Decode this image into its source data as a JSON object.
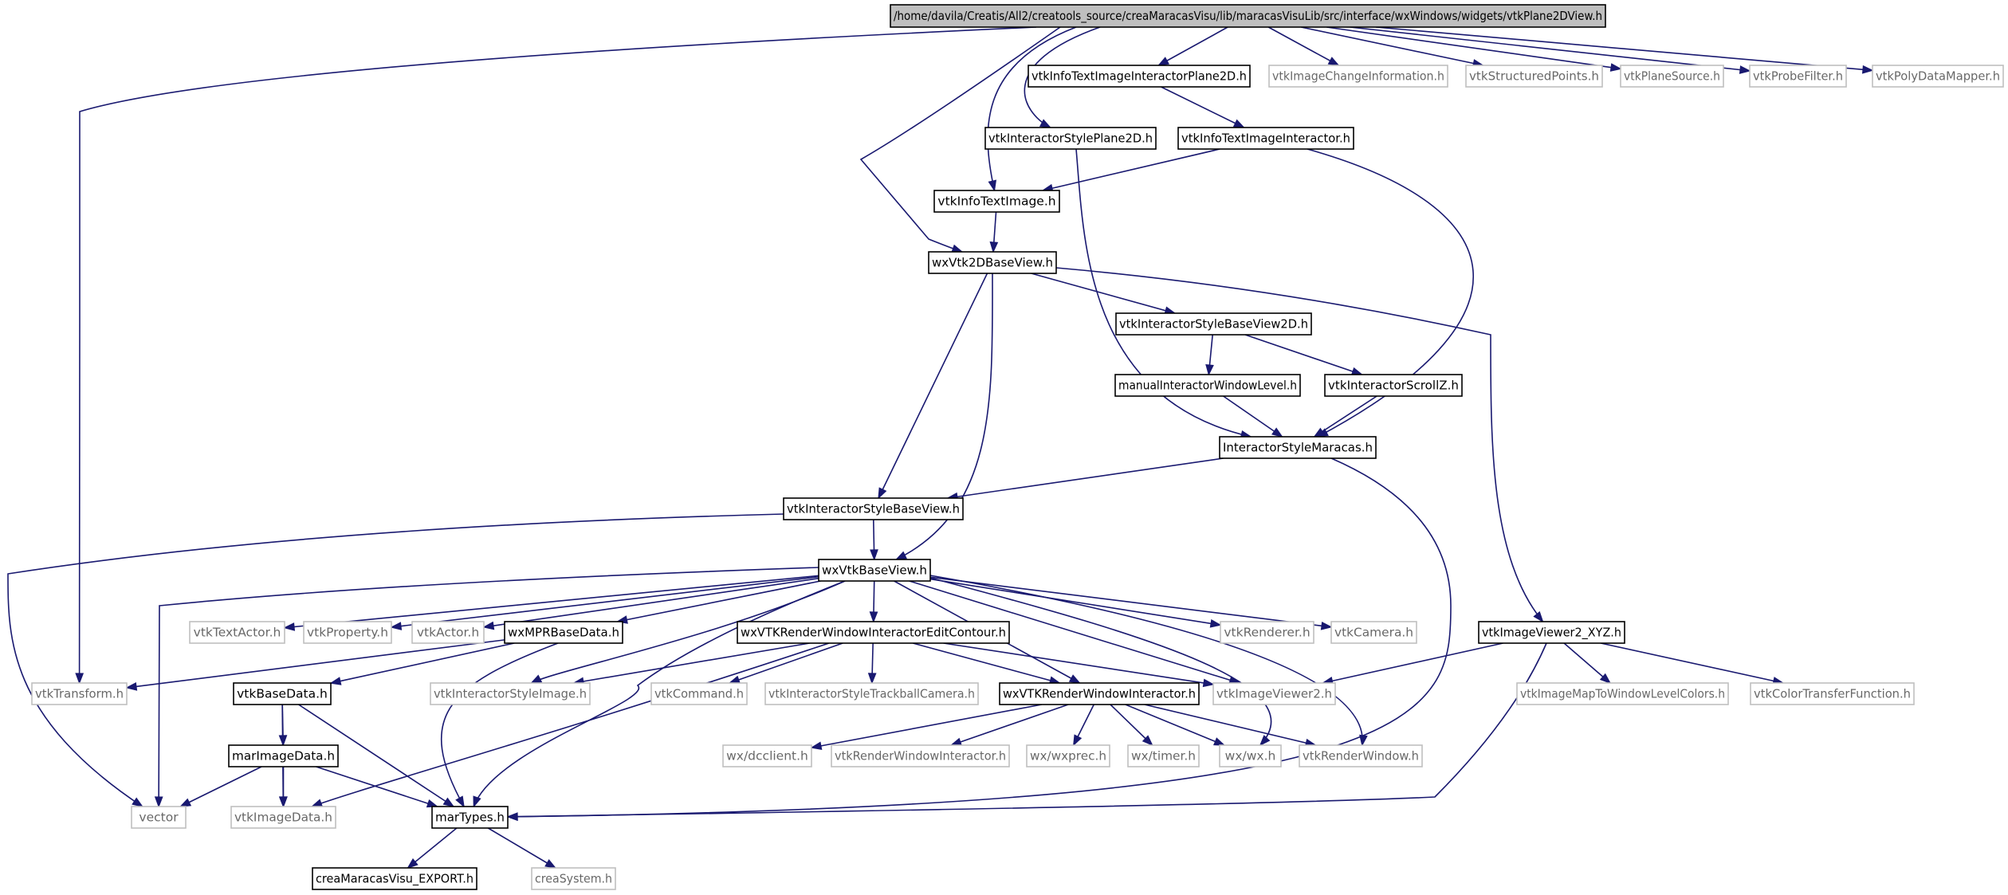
{
  "colors": {
    "edge": "#191970",
    "root_fill": "#bfbfbf",
    "documented_border": "#000000",
    "undocumented_border": "#bfbfbf",
    "documented_text": "#000000",
    "undocumented_text": "#000000"
  },
  "graph": {
    "nodes": [
      {
        "id": "root",
        "label": "/home/davila/Creatis/All2/creatools_source/creaMaracasVisu/lib/maracasVisuLib/src/interface/wxWindows/widgets/vtkPlane2DView.h",
        "kind": "root"
      },
      {
        "id": "infoTextIIP2D",
        "label": "vtkInfoTextImageInteractorPlane2D.h",
        "kind": "documented"
      },
      {
        "id": "imgChangeInfo",
        "label": "vtkImageChangeInformation.h",
        "kind": "external"
      },
      {
        "id": "structPoints",
        "label": "vtkStructuredPoints.h",
        "kind": "external"
      },
      {
        "id": "planeSource",
        "label": "vtkPlaneSource.h",
        "kind": "external"
      },
      {
        "id": "probeFilter",
        "label": "vtkProbeFilter.h",
        "kind": "external"
      },
      {
        "id": "polyMapper",
        "label": "vtkPolyDataMapper.h",
        "kind": "external"
      },
      {
        "id": "isPlane2D",
        "label": "vtkInteractorStylePlane2D.h",
        "kind": "documented"
      },
      {
        "id": "infoTextII",
        "label": "vtkInfoTextImageInteractor.h",
        "kind": "documented"
      },
      {
        "id": "infoTextImage",
        "label": "vtkInfoTextImage.h",
        "kind": "documented"
      },
      {
        "id": "wx2DBase",
        "label": "wxVtk2DBaseView.h",
        "kind": "documented"
      },
      {
        "id": "isBaseView2D",
        "label": "vtkInteractorStyleBaseView2D.h",
        "kind": "documented"
      },
      {
        "id": "manualIWL",
        "label": "manualInteractorWindowLevel.h",
        "kind": "documented"
      },
      {
        "id": "scrollZ",
        "label": "vtkInteractorScrollZ.h",
        "kind": "documented"
      },
      {
        "id": "isMaracas",
        "label": "InteractorStyleMaracas.h",
        "kind": "documented"
      },
      {
        "id": "isBaseView",
        "label": "vtkInteractorStyleBaseView.h",
        "kind": "documented"
      },
      {
        "id": "wxBaseView",
        "label": "wxVtkBaseView.h",
        "kind": "documented"
      },
      {
        "id": "textActor",
        "label": "vtkTextActor.h",
        "kind": "external"
      },
      {
        "id": "property",
        "label": "vtkProperty.h",
        "kind": "external"
      },
      {
        "id": "actor",
        "label": "vtkActor.h",
        "kind": "external"
      },
      {
        "id": "mprBaseData",
        "label": "wxMPRBaseData.h",
        "kind": "documented"
      },
      {
        "id": "editContour",
        "label": "wxVTKRenderWindowInteractorEditContour.h",
        "kind": "documented"
      },
      {
        "id": "renderer",
        "label": "vtkRenderer.h",
        "kind": "external"
      },
      {
        "id": "camera",
        "label": "vtkCamera.h",
        "kind": "external"
      },
      {
        "id": "viewerXYZ",
        "label": "vtkImageViewer2_XYZ.h",
        "kind": "documented"
      },
      {
        "id": "transform",
        "label": "vtkTransform.h",
        "kind": "external"
      },
      {
        "id": "baseData",
        "label": "vtkBaseData.h",
        "kind": "documented"
      },
      {
        "id": "isImage",
        "label": "vtkInteractorStyleImage.h",
        "kind": "external"
      },
      {
        "id": "command",
        "label": "vtkCommand.h",
        "kind": "external"
      },
      {
        "id": "trackball",
        "label": "vtkInteractorStyleTrackballCamera.h",
        "kind": "external"
      },
      {
        "id": "wxRWI",
        "label": "wxVTKRenderWindowInteractor.h",
        "kind": "documented"
      },
      {
        "id": "viewer2",
        "label": "vtkImageViewer2.h",
        "kind": "external"
      },
      {
        "id": "mapToWL",
        "label": "vtkImageMapToWindowLevelColors.h",
        "kind": "external"
      },
      {
        "id": "colorTF",
        "label": "vtkColorTransferFunction.h",
        "kind": "external"
      },
      {
        "id": "marImageData",
        "label": "marImageData.h",
        "kind": "documented"
      },
      {
        "id": "dcclient",
        "label": "wx/dcclient.h",
        "kind": "external"
      },
      {
        "id": "rwi",
        "label": "vtkRenderWindowInteractor.h",
        "kind": "external"
      },
      {
        "id": "wxprec",
        "label": "wx/wxprec.h",
        "kind": "external"
      },
      {
        "id": "timer",
        "label": "wx/timer.h",
        "kind": "external"
      },
      {
        "id": "wxh",
        "label": "wx/wx.h",
        "kind": "external"
      },
      {
        "id": "renderWindow",
        "label": "vtkRenderWindow.h",
        "kind": "external"
      },
      {
        "id": "vector",
        "label": "vector",
        "kind": "external"
      },
      {
        "id": "imageData",
        "label": "vtkImageData.h",
        "kind": "external"
      },
      {
        "id": "marTypes",
        "label": "marTypes.h",
        "kind": "documented"
      },
      {
        "id": "export",
        "label": "creaMaracasVisu_EXPORT.h",
        "kind": "documented"
      },
      {
        "id": "creaSystem",
        "label": "creaSystem.h",
        "kind": "external"
      }
    ],
    "edges": [
      [
        "root",
        "transform"
      ],
      [
        "root",
        "wx2DBase"
      ],
      [
        "root",
        "infoTextImage"
      ],
      [
        "root",
        "isPlane2D"
      ],
      [
        "root",
        "infoTextIIP2D"
      ],
      [
        "root",
        "imgChangeInfo"
      ],
      [
        "root",
        "structPoints"
      ],
      [
        "root",
        "planeSource"
      ],
      [
        "root",
        "probeFilter"
      ],
      [
        "root",
        "polyMapper"
      ],
      [
        "infoTextIIP2D",
        "infoTextII"
      ],
      [
        "isPlane2D",
        "isMaracas"
      ],
      [
        "infoTextII",
        "infoTextImage"
      ],
      [
        "infoTextII",
        "isMaracas"
      ],
      [
        "infoTextImage",
        "wx2DBase"
      ],
      [
        "wx2DBase",
        "isBaseView2D"
      ],
      [
        "wx2DBase",
        "isBaseView"
      ],
      [
        "wx2DBase",
        "wxBaseView"
      ],
      [
        "wx2DBase",
        "viewerXYZ"
      ],
      [
        "isBaseView2D",
        "manualIWL"
      ],
      [
        "isBaseView2D",
        "scrollZ"
      ],
      [
        "manualIWL",
        "isMaracas"
      ],
      [
        "scrollZ",
        "isMaracas"
      ],
      [
        "isMaracas",
        "isBaseView"
      ],
      [
        "isMaracas",
        "marTypes"
      ],
      [
        "isBaseView",
        "wxBaseView"
      ],
      [
        "isBaseView",
        "vector"
      ],
      [
        "wxBaseView",
        "vector"
      ],
      [
        "wxBaseView",
        "textActor"
      ],
      [
        "wxBaseView",
        "property"
      ],
      [
        "wxBaseView",
        "actor"
      ],
      [
        "wxBaseView",
        "mprBaseData"
      ],
      [
        "wxBaseView",
        "marTypes"
      ],
      [
        "wxBaseView",
        "isImage"
      ],
      [
        "wxBaseView",
        "editContour"
      ],
      [
        "wxBaseView",
        "wxRWI"
      ],
      [
        "wxBaseView",
        "viewer2"
      ],
      [
        "wxBaseView",
        "renderer"
      ],
      [
        "wxBaseView",
        "camera"
      ],
      [
        "wxBaseView",
        "wxh"
      ],
      [
        "wxBaseView",
        "renderWindow"
      ],
      [
        "mprBaseData",
        "transform"
      ],
      [
        "mprBaseData",
        "baseData"
      ],
      [
        "mprBaseData",
        "marTypes"
      ],
      [
        "editContour",
        "isImage"
      ],
      [
        "editContour",
        "command"
      ],
      [
        "editContour",
        "trackball"
      ],
      [
        "editContour",
        "wxRWI"
      ],
      [
        "editContour",
        "viewer2"
      ],
      [
        "editContour",
        "imageData"
      ],
      [
        "viewerXYZ",
        "viewer2"
      ],
      [
        "viewerXYZ",
        "mapToWL"
      ],
      [
        "viewerXYZ",
        "colorTF"
      ],
      [
        "viewerXYZ",
        "marTypes"
      ],
      [
        "baseData",
        "marImageData"
      ],
      [
        "baseData",
        "imageData"
      ],
      [
        "baseData",
        "marTypes"
      ],
      [
        "wxRWI",
        "dcclient"
      ],
      [
        "wxRWI",
        "rwi"
      ],
      [
        "wxRWI",
        "wxprec"
      ],
      [
        "wxRWI",
        "timer"
      ],
      [
        "wxRWI",
        "wxh"
      ],
      [
        "wxRWI",
        "renderWindow"
      ],
      [
        "marImageData",
        "vector"
      ],
      [
        "marImageData",
        "imageData"
      ],
      [
        "marImageData",
        "marTypes"
      ],
      [
        "marTypes",
        "export"
      ],
      [
        "marTypes",
        "creaSystem"
      ]
    ]
  }
}
